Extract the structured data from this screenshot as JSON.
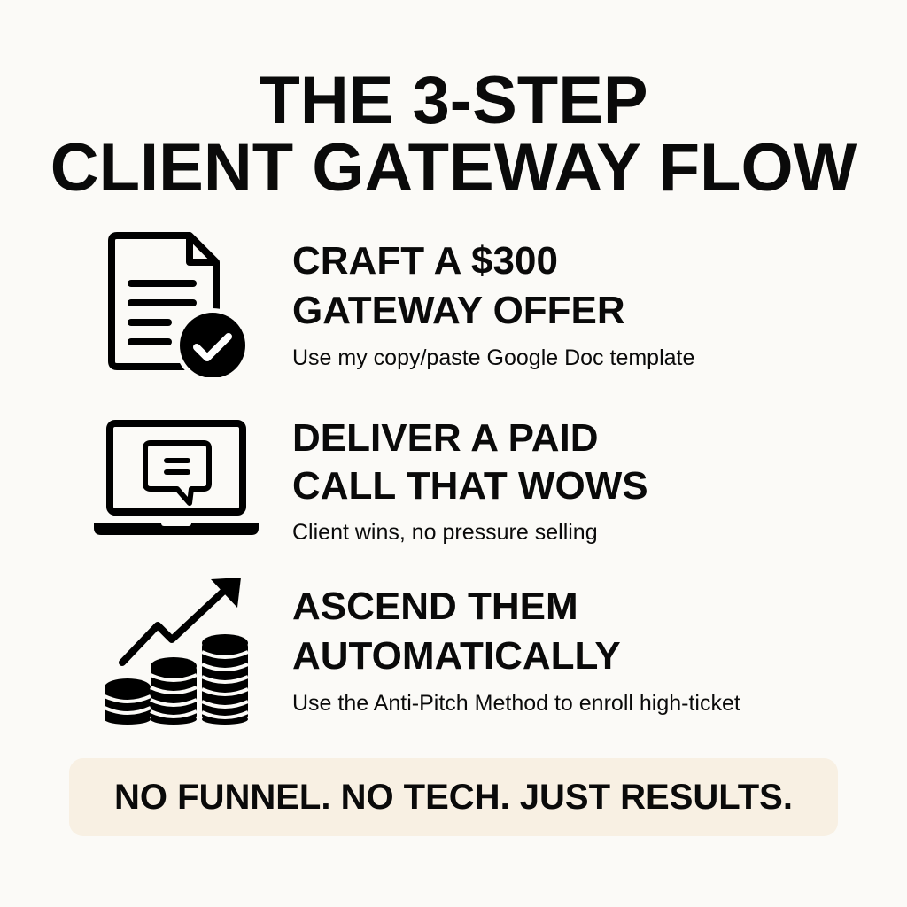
{
  "title": {
    "line1": "THE 3-STEP",
    "line2": "CLIENT GATEWAY FLOW"
  },
  "steps": [
    {
      "icon": "document-check-icon",
      "heading_line1": "CRAFT A $300",
      "heading_line2": "GATEWAY OFFER",
      "subtext": "Use my copy/paste Google Doc template"
    },
    {
      "icon": "laptop-chat-icon",
      "heading_line1": "DELIVER A PAID",
      "heading_line2": "CALL THAT WOWS",
      "subtext": "Client wins, no pressure selling"
    },
    {
      "icon": "coins-growth-icon",
      "heading_line1": "ASCEND THEM",
      "heading_line2": "AUTOMATICALLY",
      "subtext": "Use the Anti-Pitch Method to enroll high-ticket"
    }
  ],
  "banner": {
    "text": "NO FUNNEL. NO TECH. JUST RESULTS."
  },
  "colors": {
    "background": "#fbfaf7",
    "banner_background": "#f8f0e3",
    "text": "#0a0a0a"
  }
}
